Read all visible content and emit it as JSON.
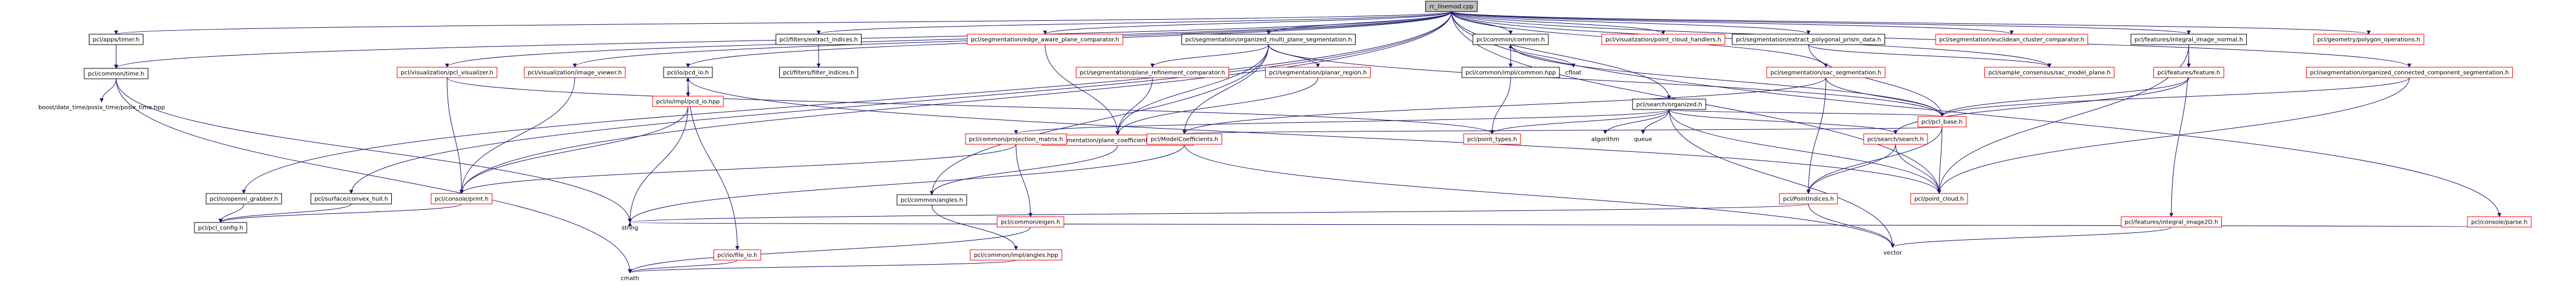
{
  "diagram": {
    "root": "rc_linemod.cpp",
    "colors": {
      "root_fill": "#bfbfbf",
      "node_border_documented": "#000000",
      "node_border_undocumented": "#ff0000",
      "edge": "#191970",
      "label_text": "#000000"
    },
    "nodes": [
      {
        "id": "root",
        "label": "rc_linemod.cpp",
        "kind": "root"
      },
      {
        "id": "apps_timer",
        "label": "pcl/apps/timer.h",
        "kind": "documented"
      },
      {
        "id": "filter_indices",
        "label": "pcl/filters/filter_indices.h",
        "kind": "documented"
      },
      {
        "id": "extract_indices",
        "label": "pcl/filters/extract_indices.h",
        "kind": "documented"
      },
      {
        "id": "omp_seg",
        "label": "pcl/segmentation/organized_multi_plane_segmentation.h",
        "kind": "documented"
      },
      {
        "id": "common_common",
        "label": "pcl/common/common.h",
        "kind": "documented"
      },
      {
        "id": "common_impl",
        "label": "pcl/common/impl/common.hpp",
        "kind": "documented"
      },
      {
        "id": "extract_polygonal",
        "label": "pcl/segmentation/extract_polygonal_prism_data.h",
        "kind": "documented"
      },
      {
        "id": "integral_normal",
        "label": "pcl/features/integral_image_normal.h",
        "kind": "documented"
      },
      {
        "id": "common_time",
        "label": "pcl/common/time.h",
        "kind": "documented"
      },
      {
        "id": "pcd_io",
        "label": "pcl/io/pcd_io.h",
        "kind": "documented"
      },
      {
        "id": "pcd_io_hpp",
        "label": "pcl/io/impl/pcd_io.hpp",
        "kind": "undocumented"
      },
      {
        "id": "search_organized",
        "label": "pcl/search/organized.h",
        "kind": "documented"
      },
      {
        "id": "openni_grabber",
        "label": "pcl/io/openni_grabber.h",
        "kind": "documented"
      },
      {
        "id": "convex_hull",
        "label": "pcl/surface/convex_hull.h",
        "kind": "documented"
      },
      {
        "id": "common_angles",
        "label": "pcl/common/angles.h",
        "kind": "documented"
      },
      {
        "id": "pcl_config",
        "label": "pcl/pcl_config.h",
        "kind": "documented"
      },
      {
        "id": "edge_aware",
        "label": "pcl/segmentation/edge_aware_plane_comparator.h",
        "kind": "undocumented"
      },
      {
        "id": "vis_pointcloud_handlers",
        "label": "pcl/visualization/point_cloud_handlers.h",
        "kind": "undocumented"
      },
      {
        "id": "euclidean",
        "label": "pcl/segmentation/euclidean_cluster_comparator.h",
        "kind": "undocumented"
      },
      {
        "id": "polygon_ops",
        "label": "pcl/geometry/polygon_operations.h",
        "kind": "undocumented"
      },
      {
        "id": "vis_pcl_visualizer",
        "label": "pcl/visualization/pcl_visualizer.h",
        "kind": "undocumented"
      },
      {
        "id": "vis_image_viewer",
        "label": "pcl/visualization/image_viewer.h",
        "kind": "undocumented"
      },
      {
        "id": "plane_refinement",
        "label": "pcl/segmentation/plane_refinement_comparator.h",
        "kind": "undocumented"
      },
      {
        "id": "planar_region",
        "label": "pcl/segmentation/planar_region.h",
        "kind": "undocumented"
      },
      {
        "id": "sac_segmentation",
        "label": "pcl/segmentation/sac_segmentation.h",
        "kind": "undocumented"
      },
      {
        "id": "sample_consensus",
        "label": "pcl/sample_consensus/sac_model_plane.h",
        "kind": "undocumented"
      },
      {
        "id": "features_feature",
        "label": "pcl/features/feature.h",
        "kind": "undocumented"
      },
      {
        "id": "organized_cc",
        "label": "pcl/segmentation/organized_connected_component_segmentation.h",
        "kind": "undocumented"
      },
      {
        "id": "plane_coeff",
        "label": "pcl/segmentation/plane_coefficient_comparator.h",
        "kind": "undocumented"
      },
      {
        "id": "projection_matrix",
        "label": "pcl/common/projection_matrix.h",
        "kind": "undocumented"
      },
      {
        "id": "model_coefficients",
        "label": "pcl/ModelCoefficients.h",
        "kind": "undocumented"
      },
      {
        "id": "point_types",
        "label": "pcl/point_types.h",
        "kind": "undocumented"
      },
      {
        "id": "search_search",
        "label": "pcl/search/search.h",
        "kind": "undocumented"
      },
      {
        "id": "pcl_base",
        "label": "pcl/pcl_base.h",
        "kind": "undocumented"
      },
      {
        "id": "point_indices",
        "label": "pcl/PointIndices.h",
        "kind": "undocumented"
      },
      {
        "id": "point_cloud",
        "label": "pcl/point_cloud.h",
        "kind": "undocumented"
      },
      {
        "id": "console_print",
        "label": "pcl/console/print.h",
        "kind": "undocumented"
      },
      {
        "id": "common_eigen",
        "label": "pcl/common/eigen.h",
        "kind": "undocumented"
      },
      {
        "id": "io_file_io",
        "label": "pcl/io/file_io.h",
        "kind": "undocumented"
      },
      {
        "id": "angles_hpp",
        "label": "pcl/common/impl/angles.hpp",
        "kind": "undocumented"
      },
      {
        "id": "integral_image2d",
        "label": "pcl/features/integral_image2D.h",
        "kind": "undocumented"
      },
      {
        "id": "console_parse",
        "label": "pcl/console/parse.h",
        "kind": "undocumented"
      },
      {
        "id": "cfloat",
        "label": "cfloat",
        "kind": "system"
      },
      {
        "id": "algorithm",
        "label": "algorithm",
        "kind": "system"
      },
      {
        "id": "queue",
        "label": "queue",
        "kind": "system"
      },
      {
        "id": "boost_posix",
        "label": "boost/date_time/posix_time/posix_time.hpp",
        "kind": "system"
      },
      {
        "id": "string",
        "label": "string",
        "kind": "system"
      },
      {
        "id": "vector",
        "label": "vector",
        "kind": "system"
      },
      {
        "id": "cmath",
        "label": "cmath",
        "kind": "system"
      }
    ],
    "edges": [
      [
        "root",
        "apps_timer"
      ],
      [
        "root",
        "extract_indices"
      ],
      [
        "root",
        "edge_aware"
      ],
      [
        "root",
        "omp_seg"
      ],
      [
        "root",
        "common_common"
      ],
      [
        "root",
        "vis_pointcloud_handlers"
      ],
      [
        "root",
        "extract_polygonal"
      ],
      [
        "root",
        "euclidean"
      ],
      [
        "root",
        "integral_normal"
      ],
      [
        "root",
        "polygon_ops"
      ],
      [
        "root",
        "common_time"
      ],
      [
        "root",
        "vis_pcl_visualizer"
      ],
      [
        "root",
        "vis_image_viewer"
      ],
      [
        "root",
        "pcd_io"
      ],
      [
        "root",
        "search_organized"
      ],
      [
        "root",
        "openni_grabber"
      ],
      [
        "root",
        "convex_hull"
      ],
      [
        "root",
        "console_parse"
      ],
      [
        "root",
        "sac_segmentation"
      ],
      [
        "root",
        "sample_consensus"
      ],
      [
        "root",
        "organized_cc"
      ],
      [
        "root",
        "point_cloud"
      ],
      [
        "root",
        "console_print"
      ],
      [
        "apps_timer",
        "common_time"
      ],
      [
        "common_time",
        "boost_posix"
      ],
      [
        "common_time",
        "cmath"
      ],
      [
        "common_time",
        "string"
      ],
      [
        "extract_indices",
        "filter_indices"
      ],
      [
        "edge_aware",
        "plane_coeff"
      ],
      [
        "omp_seg",
        "plane_refinement"
      ],
      [
        "omp_seg",
        "planar_region"
      ],
      [
        "omp_seg",
        "plane_coeff"
      ],
      [
        "omp_seg",
        "model_coefficients"
      ],
      [
        "omp_seg",
        "pcl_base"
      ],
      [
        "omp_seg",
        "common_angles"
      ],
      [
        "common_common",
        "common_impl"
      ],
      [
        "common_common",
        "cfloat"
      ],
      [
        "common_common",
        "pcl_base"
      ],
      [
        "common_impl",
        "point_types"
      ],
      [
        "common_impl",
        "common_common"
      ],
      [
        "extract_polygonal",
        "pcl_base"
      ],
      [
        "extract_polygonal",
        "sample_consensus"
      ],
      [
        "integral_normal",
        "features_feature"
      ],
      [
        "integral_normal",
        "integral_image2d"
      ],
      [
        "integral_normal",
        "point_cloud"
      ],
      [
        "features_feature",
        "pcl_base"
      ],
      [
        "features_feature",
        "search_search"
      ],
      [
        "vis_pcl_visualizer",
        "console_print"
      ],
      [
        "vis_pcl_visualizer",
        "point_types"
      ],
      [
        "vis_image_viewer",
        "console_print"
      ],
      [
        "pcd_io",
        "pcd_io_hpp"
      ],
      [
        "pcd_io",
        "io_file_io"
      ],
      [
        "pcd_io",
        "point_cloud"
      ],
      [
        "pcd_io_hpp",
        "pcd_io"
      ],
      [
        "pcd_io_hpp",
        "console_print"
      ],
      [
        "pcd_io_hpp",
        "string"
      ],
      [
        "search_organized",
        "point_types"
      ],
      [
        "search_organized",
        "algorithm"
      ],
      [
        "search_organized",
        "queue"
      ],
      [
        "search_organized",
        "search_search"
      ],
      [
        "search_organized",
        "pcl_base"
      ],
      [
        "search_organized",
        "vector"
      ],
      [
        "search_organized",
        "point_cloud"
      ],
      [
        "search_organized",
        "projection_matrix"
      ],
      [
        "sac_segmentation",
        "pcl_base"
      ],
      [
        "sac_segmentation",
        "point_indices"
      ],
      [
        "sac_segmentation",
        "model_coefficients"
      ],
      [
        "search_search",
        "point_cloud"
      ],
      [
        "search_search",
        "point_indices"
      ],
      [
        "pcl_base",
        "point_cloud"
      ],
      [
        "pcl_base",
        "point_indices"
      ],
      [
        "pcl_base",
        "model_coefficients"
      ],
      [
        "plane_refinement",
        "plane_coeff"
      ],
      [
        "planar_region",
        "plane_coeff"
      ],
      [
        "plane_coeff",
        "common_angles"
      ],
      [
        "projection_matrix",
        "console_print"
      ],
      [
        "projection_matrix",
        "common_eigen"
      ],
      [
        "model_coefficients",
        "string"
      ],
      [
        "model_coefficients",
        "vector"
      ],
      [
        "point_indices",
        "string"
      ],
      [
        "point_indices",
        "vector"
      ],
      [
        "common_angles",
        "angles_hpp"
      ],
      [
        "angles_hpp",
        "cmath"
      ],
      [
        "common_eigen",
        "cmath"
      ],
      [
        "io_file_io",
        "cmath"
      ],
      [
        "openni_grabber",
        "pcl_config"
      ],
      [
        "convex_hull",
        "pcl_config"
      ],
      [
        "console_print",
        "pcl_config"
      ],
      [
        "integral_image2d",
        "vector"
      ],
      [
        "console_parse",
        "string"
      ],
      [
        "organized_cc",
        "pcl_base"
      ],
      [
        "organized_cc",
        "point_cloud"
      ]
    ]
  }
}
